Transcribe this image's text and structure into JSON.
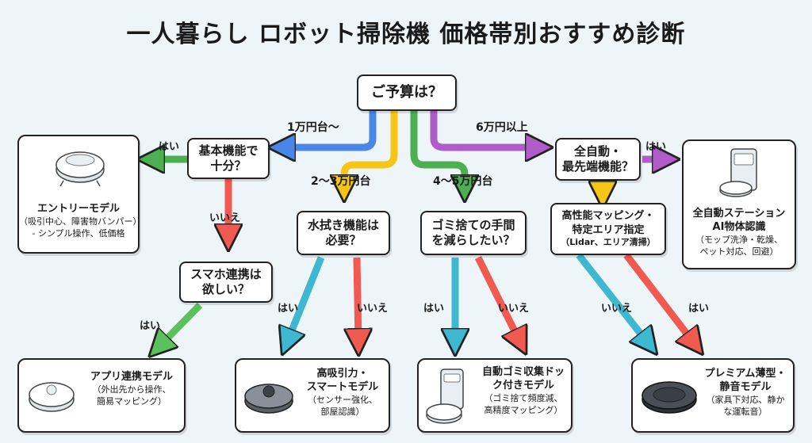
{
  "title": "一人暮らし ロボット掃除機 価格帯別おすすめ診断",
  "start": "ご予算は？",
  "budgets": {
    "low": "1万円台〜",
    "mid": "2〜3万円台",
    "upper": "4〜5万円台",
    "high": "6万円以上"
  },
  "questions": {
    "basic": [
      "基本機能で",
      "十分？"
    ],
    "app": [
      "スマホ連携は",
      "欲しい？"
    ],
    "mop": [
      "水拭き機能は",
      "必要？"
    ],
    "dust": [
      "ゴミ捨ての手間",
      "を減らしたい？"
    ],
    "auto": [
      "全自動・",
      "最先端機能？"
    ],
    "mapping": [
      "高性能マッピング・",
      "特定エリア指定",
      "（Lidar、エリア清掃）"
    ]
  },
  "answers": {
    "yes": "はい",
    "no": "いいえ"
  },
  "results": {
    "entry": {
      "name": "エントリーモデル",
      "desc": [
        "（吸引中心、障害物バンパー）",
        "- シンプル操作、低価格"
      ]
    },
    "station": {
      "name": [
        "全自動ステーション",
        "AI物体認識"
      ],
      "desc": [
        "（モップ洗浄・乾燥、",
        "ペット対応、回避）"
      ]
    },
    "app": {
      "name": "アプリ連携モデル",
      "desc": [
        "（外出先から操作、",
        "簡易マッピング）"
      ]
    },
    "smart": {
      "name": [
        "高吸引力・",
        "スマートモデル"
      ],
      "desc": [
        "（センサー強化、",
        "部屋認識）"
      ]
    },
    "dock": {
      "name": [
        "自動ゴミ収集ドッ",
        "ク付きモデル"
      ],
      "desc": [
        "（ゴミ捨て頻度減、",
        "高精度マッピング）"
      ]
    },
    "premium": {
      "name": [
        "プレミアム薄型・",
        "静音モデル"
      ],
      "desc": [
        "（家具下対応、静か",
        "な運転音）"
      ]
    }
  },
  "colors": {
    "blue": "#4a86e8",
    "yellow": "#f5c518",
    "green": "#4caf50",
    "purple": "#b05cc8",
    "red": "#f05a50",
    "teal": "#3eb8d0",
    "lightgreen": "#5cc05c"
  }
}
